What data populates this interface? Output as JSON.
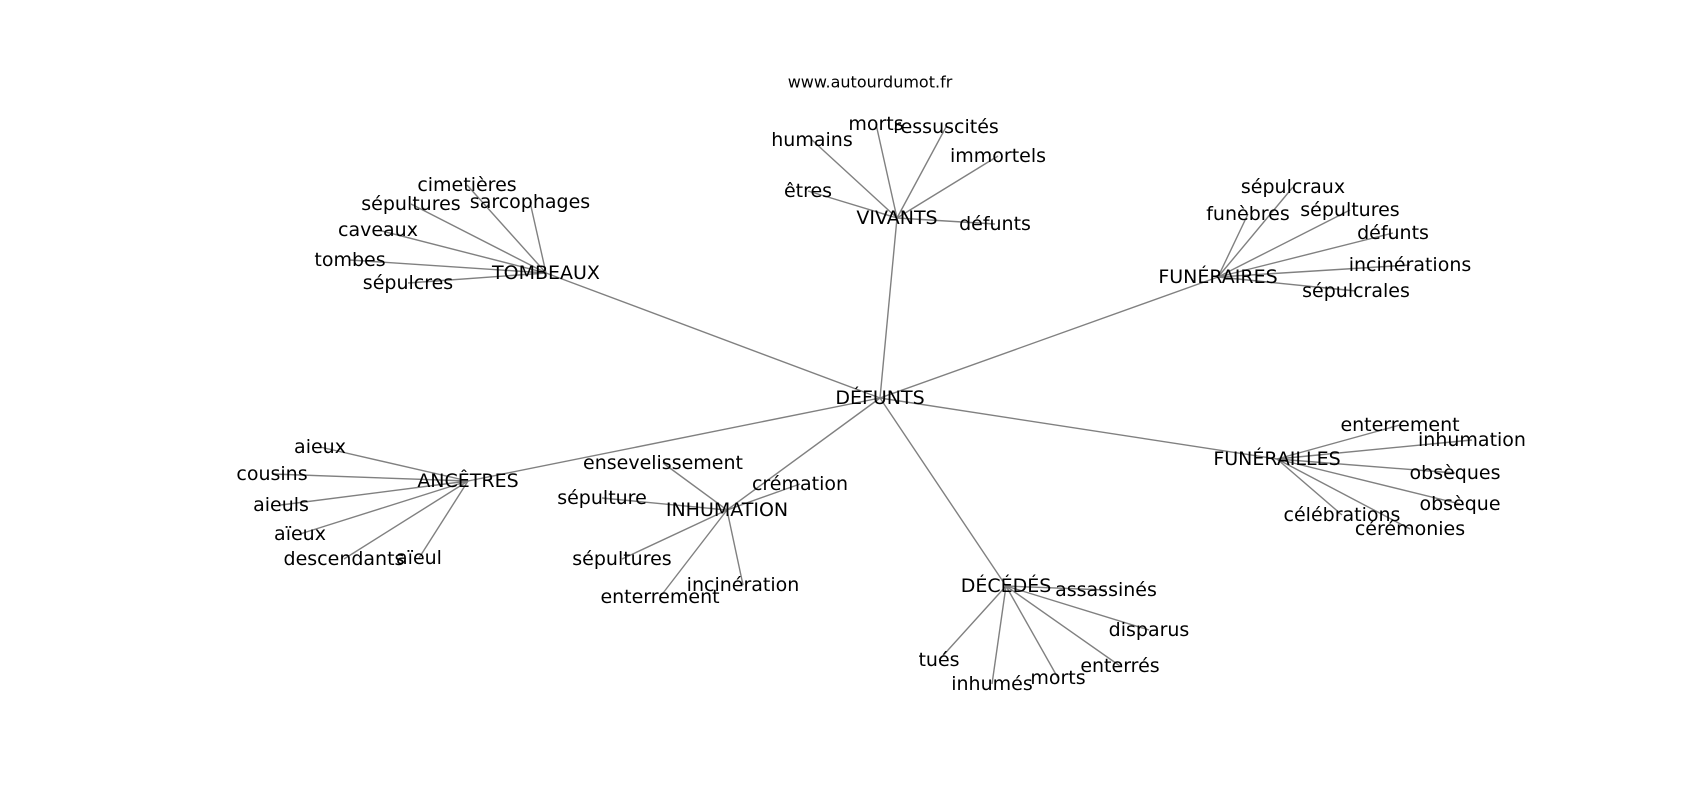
{
  "source": "www.autourdumot.fr",
  "center": "DÉFUNTS",
  "clusters": [
    {
      "id": "vivants",
      "label": "VIVANTS",
      "words": [
        "humains",
        "morts",
        "ressuscités",
        "immortels",
        "êtres",
        "défunts"
      ]
    },
    {
      "id": "tombeaux",
      "label": "TOMBEAUX",
      "words": [
        "cimetières",
        "sépultures",
        "sarcophages",
        "caveaux",
        "tombes",
        "sépulcres"
      ]
    },
    {
      "id": "funeraires",
      "label": "FUNÉRAIRES",
      "words": [
        "sépulcraux",
        "funèbres",
        "sépultures",
        "défunts",
        "incinérations",
        "sépulcrales"
      ]
    },
    {
      "id": "ancetres",
      "label": "ANCÊTRES",
      "words": [
        "aieux",
        "cousins",
        "aieuls",
        "aïeux",
        "descendants",
        "aïeul"
      ]
    },
    {
      "id": "inhumation",
      "label": "INHUMATION",
      "words": [
        "ensevelissement",
        "crémation",
        "sépulture",
        "sépultures",
        "enterrement",
        "incinération"
      ]
    },
    {
      "id": "decedes",
      "label": "DÉCÉDÉS",
      "words": [
        "assassinés",
        "disparus",
        "enterrés",
        "morts",
        "inhumés",
        "tués"
      ]
    },
    {
      "id": "funerailles",
      "label": "FUNÉRAILLES",
      "words": [
        "enterrement",
        "inhumation",
        "obsèques",
        "obsèque",
        "célébrations",
        "cérémonies"
      ]
    }
  ]
}
